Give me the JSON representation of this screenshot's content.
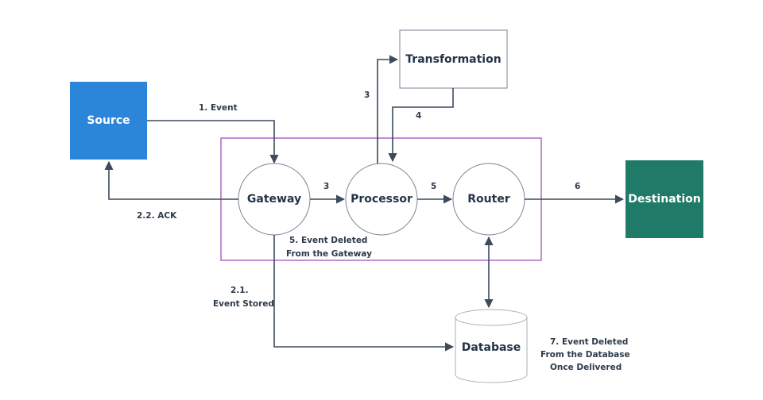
{
  "colors": {
    "source_fill": "#2b86d9",
    "destination_fill": "#1f7a67",
    "container_stroke": "#a65fc2",
    "line": "#3d4a5c",
    "node_stroke": "#7b8594"
  },
  "nodes": {
    "source": "Source",
    "gateway": "Gateway",
    "processor": "Processor",
    "router": "Router",
    "transformation": "Transformation",
    "destination": "Destination",
    "database": "Database"
  },
  "edges": {
    "event": "1. Event",
    "ack": "2.2. ACK",
    "stored_1": "2.1.",
    "stored_2": "Event Stored",
    "gw_to_proc": "3",
    "proc_to_transform": "3",
    "transform_to_proc": "4",
    "proc_to_router": "5",
    "router_to_dest": "6",
    "deleted_gw_1": "5. Event Deleted",
    "deleted_gw_2": "From the Gateway",
    "deleted_db_1": "7. Event Deleted",
    "deleted_db_2": "From the Database",
    "deleted_db_3": "Once Delivered"
  }
}
